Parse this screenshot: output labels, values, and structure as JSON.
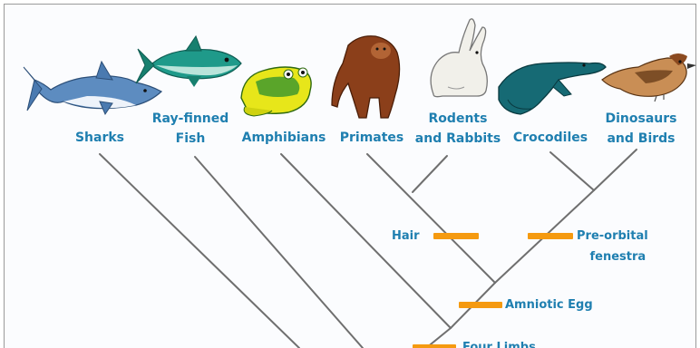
{
  "taxa": {
    "sharks": "Sharks",
    "ray_finned_fish": [
      "Ray-finned",
      "Fish"
    ],
    "amphibians": "Amphibians",
    "primates": "Primates",
    "rodents_rabbits": [
      "Rodents",
      "and Rabbits"
    ],
    "crocodiles": "Crocodiles",
    "dinosaurs_birds": [
      "Dinosaurs",
      "and Birds"
    ]
  },
  "traits": {
    "hair": "Hair",
    "preorbital": [
      "Pre-orbital",
      "fenestra"
    ],
    "amniotic_egg": "Amniotic Egg",
    "four_limbs": "Four Limbs"
  },
  "colors": {
    "label": "#1f7fb0",
    "branch": "#6f6f6f",
    "trait_bar": "#f59a10"
  }
}
